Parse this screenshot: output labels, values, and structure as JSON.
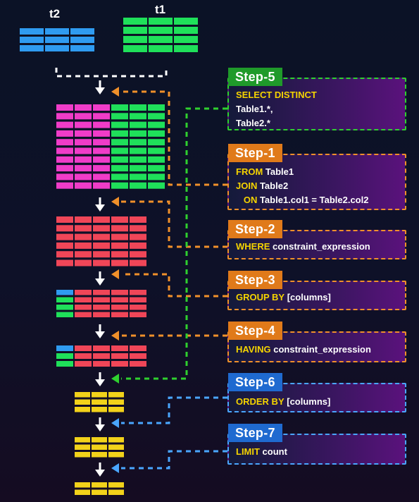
{
  "colors": {
    "blue_table": "#2f9bf0",
    "green_table": "#1fe05a",
    "magenta_table": "#f03cc8",
    "red_table": "#f04658",
    "yellow_table": "#f2d21a",
    "white_line": "#ffffff",
    "orange_line": "#f0902a",
    "green_line": "#2fd02f",
    "blue_line": "#4aa6ff"
  },
  "tables": {
    "t2_label": "t2",
    "t1_label": "t1"
  },
  "steps": [
    {
      "tab": "Step-5",
      "color": "#1f9a2a",
      "border": "#2fd02f",
      "lines": [
        {
          "kw": "SELECT DISTINCT",
          "tx": ""
        },
        {
          "kw": "",
          "tx": "Table1.*,"
        },
        {
          "kw": "",
          "tx": "Table2.*"
        }
      ]
    },
    {
      "tab": "Step-1",
      "color": "#e07a1a",
      "border": "#f0902a",
      "lines": [
        {
          "kw": "FROM",
          "tx": " Table1"
        },
        {
          "kw": "JOIN",
          "tx": " Table2"
        },
        {
          "kw": "   ON",
          "tx": " Table1.col1 = Table2.col2"
        }
      ]
    },
    {
      "tab": "Step-2",
      "color": "#e07a1a",
      "border": "#f0902a",
      "lines": [
        {
          "kw": "WHERE",
          "tx": " constraint_expression"
        }
      ]
    },
    {
      "tab": "Step-3",
      "color": "#e07a1a",
      "border": "#f0902a",
      "lines": [
        {
          "kw": "GROUP BY",
          "tx": " [columns]"
        }
      ]
    },
    {
      "tab": "Step-4",
      "color": "#e07a1a",
      "border": "#f0902a",
      "lines": [
        {
          "kw": "HAVING",
          "tx": " constraint_expression"
        }
      ]
    },
    {
      "tab": "Step-6",
      "color": "#1f6ad0",
      "border": "#4aa6ff",
      "lines": [
        {
          "kw": "ORDER BY",
          "tx": " [columns]"
        }
      ]
    },
    {
      "tab": "Step-7",
      "color": "#1f6ad0",
      "border": "#4aa6ff",
      "lines": [
        {
          "kw": "LIMIT",
          "tx": " count"
        }
      ]
    }
  ]
}
